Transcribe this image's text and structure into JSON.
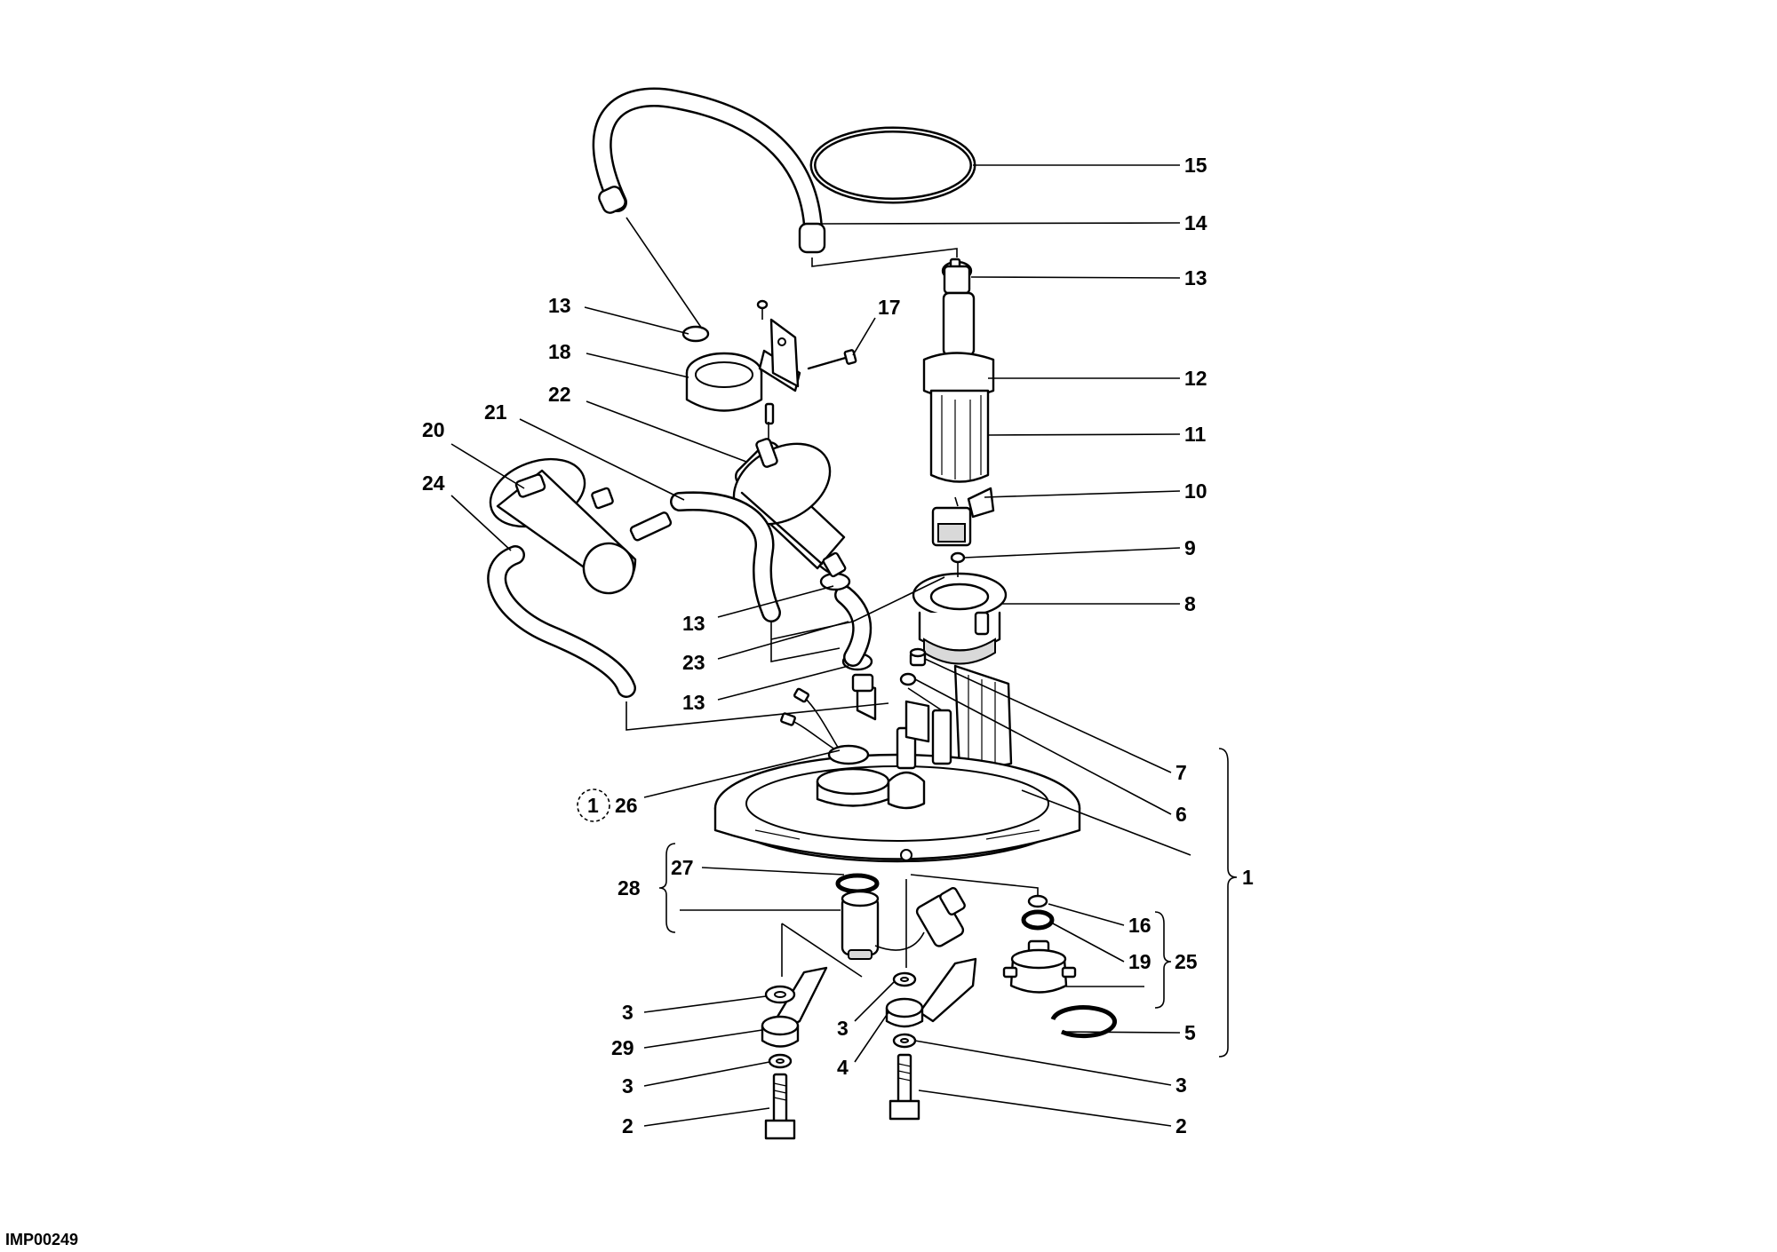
{
  "diagram_code": "IMP00249",
  "callouts": {
    "c15": "15",
    "c14": "14",
    "c13a": "13",
    "c12": "12",
    "c11": "11",
    "c10": "10",
    "c9": "9",
    "c8": "8",
    "c7": "7",
    "c6": "6",
    "c1": "1",
    "c16": "16",
    "c19": "19",
    "c25": "25",
    "c5": "5",
    "c3r": "3",
    "c2r": "2",
    "c13b": "13",
    "c17": "17",
    "c18": "18",
    "c22": "22",
    "c21": "21",
    "c20": "20",
    "c24": "24",
    "c13c": "13",
    "c23": "23",
    "c13d": "13",
    "c26": "26",
    "c26ref": "1",
    "c27": "27",
    "c28": "28",
    "c3a": "3",
    "c29": "29",
    "c3b": "3",
    "c2a": "2",
    "c3c": "3",
    "c4": "4"
  }
}
